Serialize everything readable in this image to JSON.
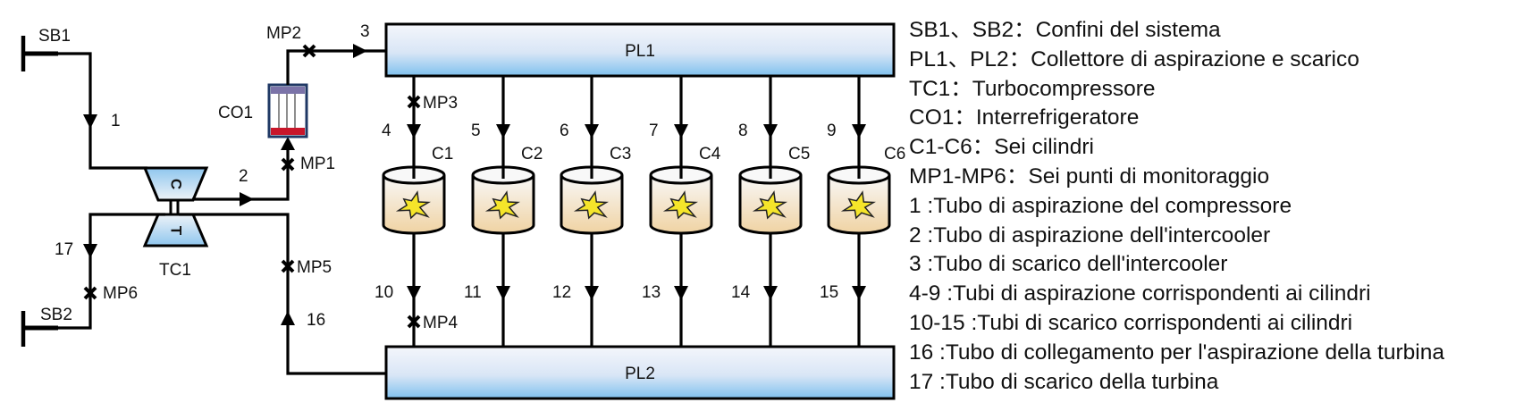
{
  "diagram": {
    "boundaries": [
      {
        "id": "SB1",
        "label": "SB1"
      },
      {
        "id": "SB2",
        "label": "SB2"
      }
    ],
    "turbocompressor": {
      "label": "TC1",
      "compressor_letter": "C",
      "turbine_letter": "T"
    },
    "intercooler": {
      "label": "CO1"
    },
    "plenums": [
      {
        "id": "PL1",
        "label": "PL1"
      },
      {
        "id": "PL2",
        "label": "PL2"
      }
    ],
    "cylinders": [
      {
        "label": "C1",
        "intake_pipe": "4",
        "exhaust_pipe": "10"
      },
      {
        "label": "C2",
        "intake_pipe": "5",
        "exhaust_pipe": "11"
      },
      {
        "label": "C3",
        "intake_pipe": "6",
        "exhaust_pipe": "12"
      },
      {
        "label": "C4",
        "intake_pipe": "7",
        "exhaust_pipe": "13"
      },
      {
        "label": "C5",
        "intake_pipe": "8",
        "exhaust_pipe": "14"
      },
      {
        "label": "C6",
        "intake_pipe": "9",
        "exhaust_pipe": "15"
      }
    ],
    "pipes": {
      "p1": "1",
      "p2": "2",
      "p3": "3",
      "p16": "16",
      "p17": "17"
    },
    "monitoring_points": {
      "mp1": "MP1",
      "mp2": "MP2",
      "mp3": "MP3",
      "mp4": "MP4",
      "mp5": "MP5",
      "mp6": "MP6"
    },
    "colors": {
      "plenum_top": "#f4f6fb",
      "plenum_bottom": "#7fc1ee",
      "turbo_top": "#8fc6ee",
      "turbo_bottom": "#eef3f8",
      "cylinder_top": "#f8f8f8",
      "cylinder_bottom": "#f0d3a3",
      "spark": "#f5e52a",
      "cooler_frame": "#1f3864",
      "cooler_top": "#7b73a8",
      "cooler_bottom": "#c8162a"
    }
  },
  "legend": [
    "SB1、SB2：Confini del sistema",
    "PL1、PL2：Collettore di aspirazione e scarico",
    "TC1：Turbocompressore",
    "CO1：Interrefrigeratore",
    "C1-C6：Sei cilindri",
    "MP1-MP6：Sei punti di monitoraggio",
    "1 :Tubo di aspirazione del compressore",
    "2 :Tubo di aspirazione dell'intercooler",
    "3 :Tubo di scarico dell'intercooler",
    "4-9 :Tubi di aspirazione corrispondenti ai cilindri",
    "10-15 :Tubi di scarico corrispondenti ai cilindri",
    "16 :Tubo di collegamento per l'aspirazione della turbina",
    "17 :Tubo di scarico della turbina"
  ]
}
